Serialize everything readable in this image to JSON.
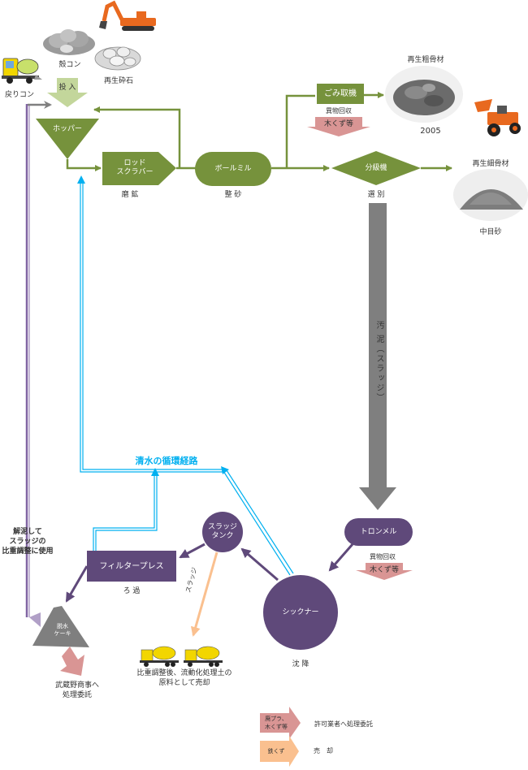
{
  "colors": {
    "green": "#76923c",
    "green_light": "#c3d69b",
    "purple": "#5f497a",
    "purple_light": "#b1a0c7",
    "cyan": "#00b0f0",
    "gray_arrow": "#7f7f7f",
    "pink_arrow": "#d99594",
    "peach_arrow": "#fac08f"
  },
  "inputs": {
    "gara_con": "殻コン",
    "recycled_crushed_stone": "再生砕石",
    "returned_con": "戻りコン",
    "feed": "投 入"
  },
  "process": {
    "hopper": "ホッパー",
    "rod_scrubber_line1": "ロッド",
    "rod_scrubber_line2": "スクラバー",
    "rod_scrubber_caption": "磨 鉱",
    "ball_mill": "ボールミル",
    "ball_mill_caption": "整 砂",
    "dust_remover": "ごみ取機",
    "dust_remover_caption": "異物回収",
    "dust_remover_waste": "木くず等",
    "classifier": "分級機",
    "classifier_caption": "選 別",
    "sludge_flow": "汚 泥（スラッジ）",
    "trommel": "トロンメル",
    "trommel_caption": "異物回収",
    "trommel_waste": "木くず等",
    "thickener": "シックナー",
    "thickener_caption": "沈 降",
    "sludge_tank_line1": "スラッジ",
    "sludge_tank_line2": "タンク",
    "sludge_label": "スラッジ",
    "filter_press": "フィルタープレス",
    "filter_press_caption": "ろ 過",
    "dewatered_cake_line1": "脱水",
    "dewatered_cake_line2": "ケーキ",
    "clean_water_loop": "清水の循環経路"
  },
  "outputs": {
    "coarse_aggregate": "再生粗骨材",
    "coarse_aggregate_code": "2005",
    "fine_aggregate": "再生細骨材",
    "fine_aggregate_type": "中目砂",
    "cake_disposal_line1": "武蔵野商事へ",
    "cake_disposal_line2": "処理委託",
    "sludge_sale_line1": "比重調整後、流動化処理土の",
    "sludge_sale_line2": "原料として売却",
    "reuse_note_line1": "解泥して",
    "reuse_note_line2": "スラッジの",
    "reuse_note_line3": "比重調整に使用"
  },
  "legend": [
    {
      "arrow_label_line1": "廃プラ、",
      "arrow_label_line2": "木くず等",
      "description": "許可業者へ処理委託",
      "color": "#d99594"
    },
    {
      "arrow_label_line1": "鉄くず",
      "arrow_label_line2": "",
      "description": "売　却",
      "color": "#fac08f"
    }
  ]
}
